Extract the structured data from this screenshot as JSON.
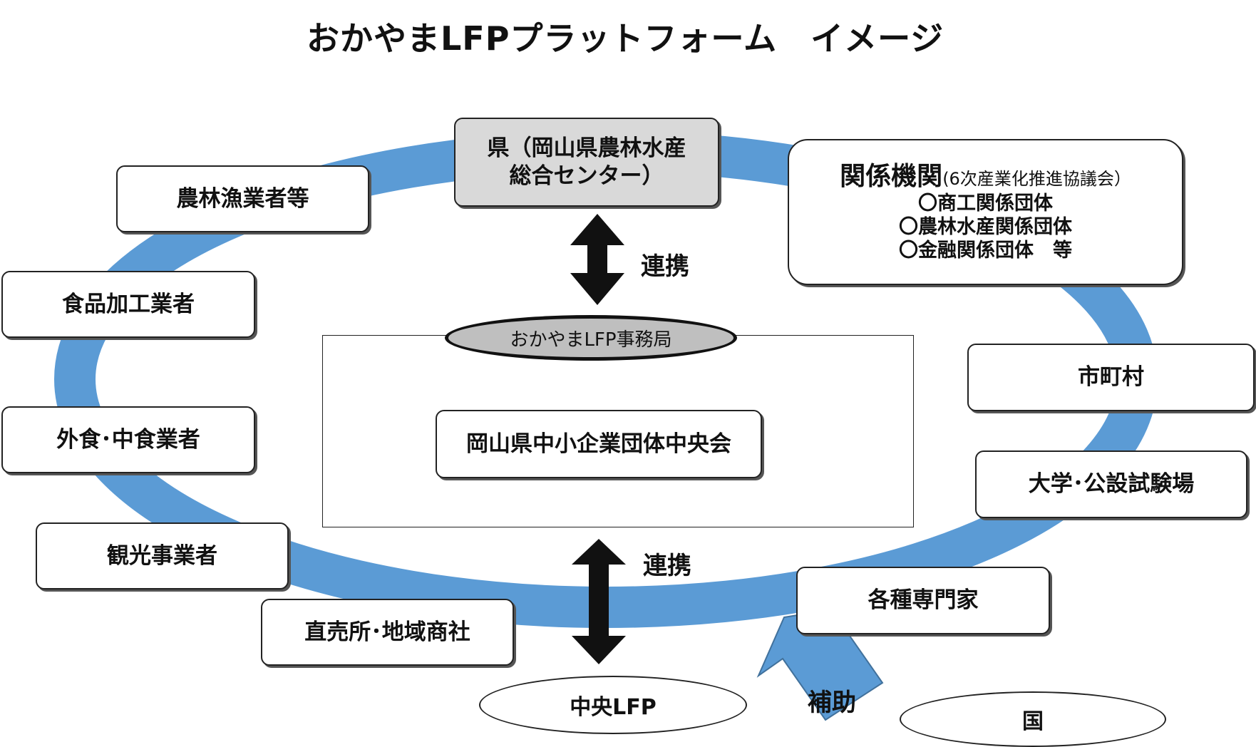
{
  "title": "おかやまLFPプラットフォーム　イメージ",
  "top_box": {
    "line1": "県（岡山県農林水産",
    "line2": "総合センター）"
  },
  "related": {
    "title": "関係機関",
    "subtitle": "(6次産業化推進協議会）",
    "items": [
      "〇商工関係団体",
      "〇農林水産関係団体",
      "〇金融関係団体　等"
    ]
  },
  "left_boxes": [
    "農林漁業者等",
    "食品加工業者",
    "外食･中食業者",
    "観光事業者",
    "直売所･地域商社"
  ],
  "right_boxes": [
    "市町村",
    "大学･公設試験場",
    "各種専門家"
  ],
  "secretariat": "おかやまLFP事務局",
  "center_box": "岡山県中小企業団体中央会",
  "link_upper": "連携",
  "link_lower": "連携",
  "central_lfp": "中央LFP",
  "subsidy": "補助",
  "country": "国",
  "colors": {
    "ring": "#5b9bd5",
    "gray_box": "#d9d9d9"
  }
}
